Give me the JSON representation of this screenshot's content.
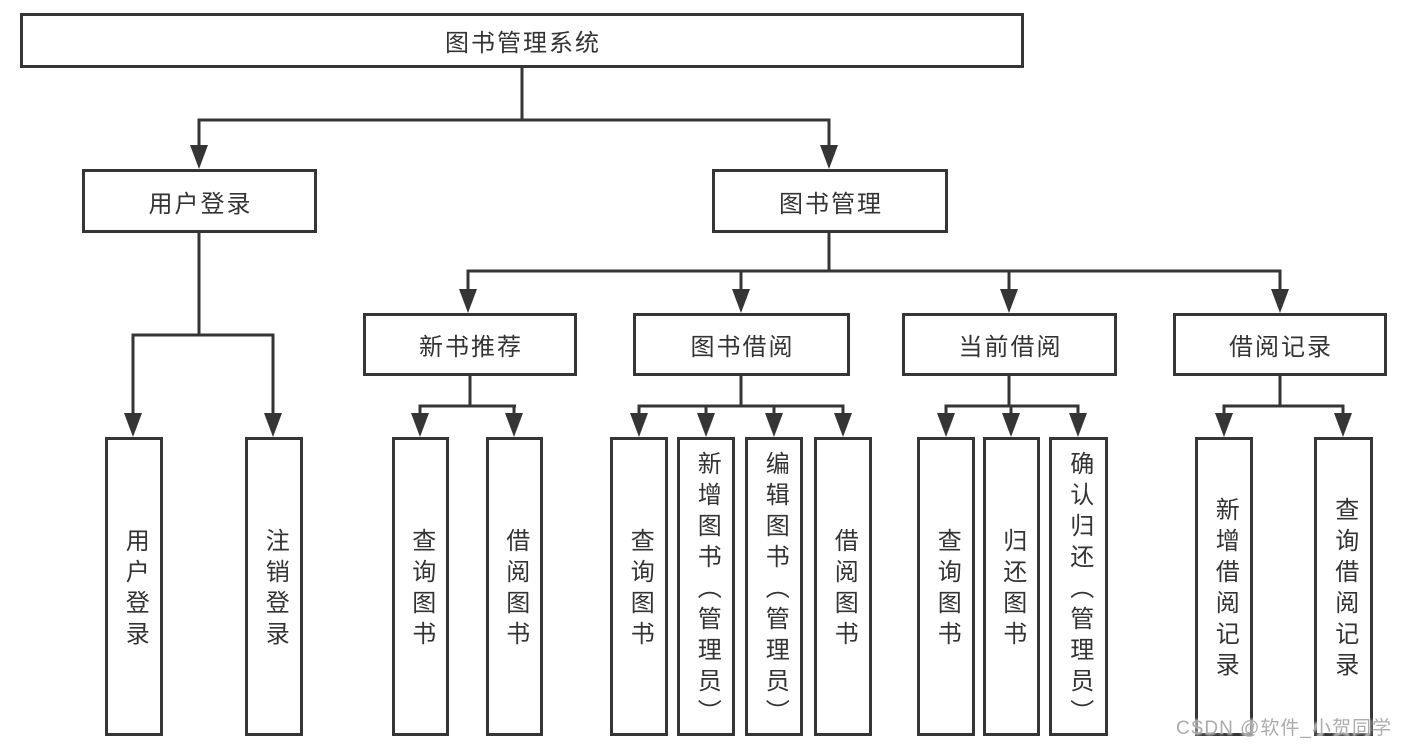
{
  "diagram": {
    "root": {
      "label": "图书管理系统"
    },
    "user_login": {
      "label": "用户登录",
      "login": {
        "label": "用户登录"
      },
      "logout": {
        "label": "注销登录"
      }
    },
    "book_mgmt": {
      "label": "图书管理",
      "new_books": {
        "label": "新书推荐",
        "query": {
          "label": "查询图书"
        },
        "borrow": {
          "label": "借阅图书"
        }
      },
      "book_borrow": {
        "label": "图书借阅",
        "query": {
          "label": "查询图书"
        },
        "add": {
          "label": "新增图书（管理员）"
        },
        "edit": {
          "label": "编辑图书（管理员）"
        },
        "borrow": {
          "label": "借阅图书"
        }
      },
      "current_borrow": {
        "label": "当前借阅",
        "query": {
          "label": "查询图书"
        },
        "return": {
          "label": "归还图书"
        },
        "confirm": {
          "label": "确认归还（管理员）"
        }
      },
      "borrow_records": {
        "label": "借阅记录",
        "add": {
          "label": "新增借阅记录"
        },
        "query": {
          "label": "查询借阅记录"
        }
      }
    }
  },
  "watermark": {
    "text": "CSDN @软件_小贺同学"
  },
  "colors": {
    "line": "#353535",
    "text": "#333333",
    "background": "#ffffff",
    "watermark": "#a8a8a8"
  }
}
